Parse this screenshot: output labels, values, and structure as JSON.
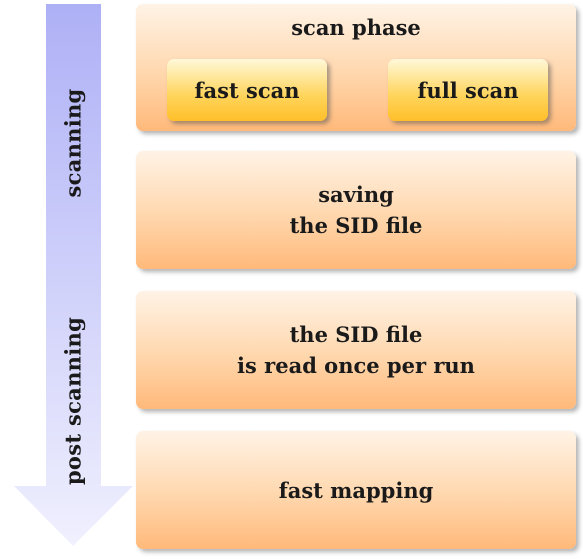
{
  "timeline": {
    "top_label": "scanning",
    "bottom_label": "post scanning"
  },
  "boxes": {
    "scan_phase": {
      "title": "scan phase",
      "fast_scan": "fast scan",
      "full_scan": "full scan"
    },
    "saving": "saving\nthe SID file",
    "read": "the SID file\nis read once per run",
    "mapping": "fast mapping"
  },
  "colors": {
    "arrow_top": "#aeb0f6",
    "arrow_bottom": "#f0f0fe",
    "box_light": "#fff3e6",
    "box_dark": "#ffb97a",
    "inner_light": "#fff8d8",
    "inner_dark": "#ffbf2a"
  }
}
